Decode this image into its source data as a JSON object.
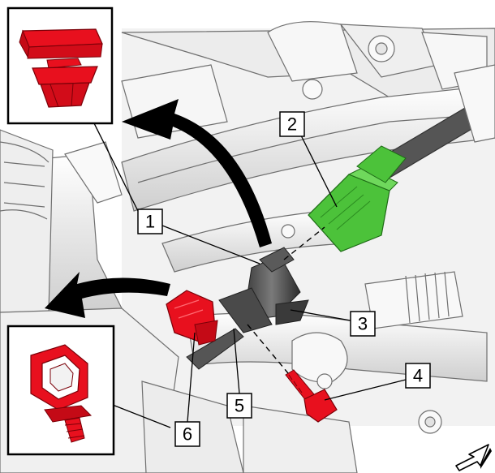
{
  "callouts": {
    "c1": "1",
    "c2": "2",
    "c3": "3",
    "c4": "4",
    "c5": "5",
    "c6": "6"
  },
  "colors": {
    "red_part": "#e8101e",
    "green_part": "#4cc23a",
    "engine_line": "#6f6f6f",
    "engine_fill": "#f4f4f4",
    "arrow": "#000000"
  },
  "icons": {
    "orientation": "front-arrow-icon"
  }
}
